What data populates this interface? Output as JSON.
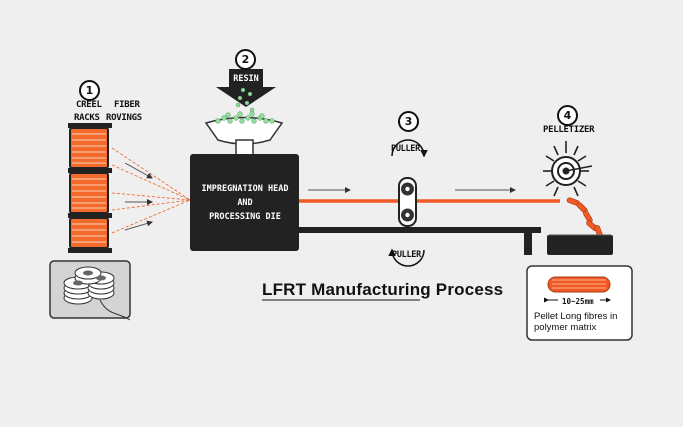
{
  "diagram": {
    "title": "LFRT Manufacturing Process",
    "steps": {
      "step1": {
        "number": "1",
        "label_a": "CREEL",
        "label_b": "RACKS",
        "label_c": "FIBER",
        "label_d": "ROVINGS"
      },
      "step2": {
        "number": "2",
        "label": "RESIN"
      },
      "step3": {
        "number": "3",
        "label_top": "PULLER",
        "label_bottom": "PULLER"
      },
      "step4": {
        "number": "4",
        "label": "PELLETIZER"
      }
    },
    "die": {
      "line1": "IMPREGNATION HEAD",
      "line2": "AND",
      "line3": "PROCESSING DIE"
    },
    "pellet": {
      "size": "10~25mm",
      "description": "Pellet Long fibres in polymer matrix"
    },
    "colors": {
      "fiber": "#f15a24",
      "machine": "#222222",
      "resin": "#8fdc9b",
      "background": "#efefef"
    }
  }
}
